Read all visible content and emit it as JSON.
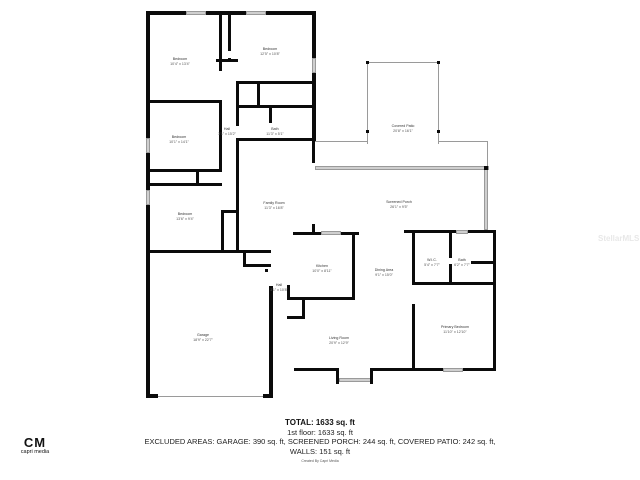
{
  "floorplan": {
    "rooms": [
      {
        "name": "Bedroom",
        "dims": "10'4\" x 13'4\""
      },
      {
        "name": "Bedroom",
        "dims": "12'5\" x 10'8\""
      },
      {
        "name": "Bedroom",
        "dims": "10'1\" x 14'1\""
      },
      {
        "name": "Hall",
        "dims": "3'1\" x 15'2\""
      },
      {
        "name": "Bath",
        "dims": "11'3\" x 5'1\""
      },
      {
        "name": "Bedroom",
        "dims": "13'6\" x 9'4\""
      },
      {
        "name": "Family Room",
        "dims": "11'3\" x 16'8\""
      },
      {
        "name": "Covered Patio",
        "dims": "20'8\" x 16'1\""
      },
      {
        "name": "Screened Porch",
        "dims": "26'1\" x 9'5\""
      },
      {
        "name": "Kitchen",
        "dims": "10'0\" x 8'11\""
      },
      {
        "name": "Dining Area",
        "dims": "9'1\" x 15'0\""
      },
      {
        "name": "W.I.C.",
        "dims": "5'4\" x 7'7\""
      },
      {
        "name": "Bath",
        "dims": "6'2\" x 7'7\""
      },
      {
        "name": "Hall",
        "dims": "3'1\" x 10'8\""
      },
      {
        "name": "Garage",
        "dims": "18'9\" x 22'7\""
      },
      {
        "name": "Living Room",
        "dims": "20'9\" x 12'9\""
      },
      {
        "name": "Primary Bedroom",
        "dims": "11'10\" x 12'10\""
      }
    ]
  },
  "summary": {
    "total": "TOTAL: 1633 sq. ft",
    "floor": "1st floor: 1633 sq. ft",
    "excluded": "EXCLUDED AREAS: GARAGE: 390 sq. ft, SCREENED PORCH: 244 sq. ft, COVERED PATIO: 242 sq. ft,",
    "walls": "WALLS: 151 sq. ft",
    "credit": "Created By Capri Media"
  },
  "logo": {
    "mark": "CM",
    "caption": "capri media"
  },
  "watermark": "StellarMLS"
}
